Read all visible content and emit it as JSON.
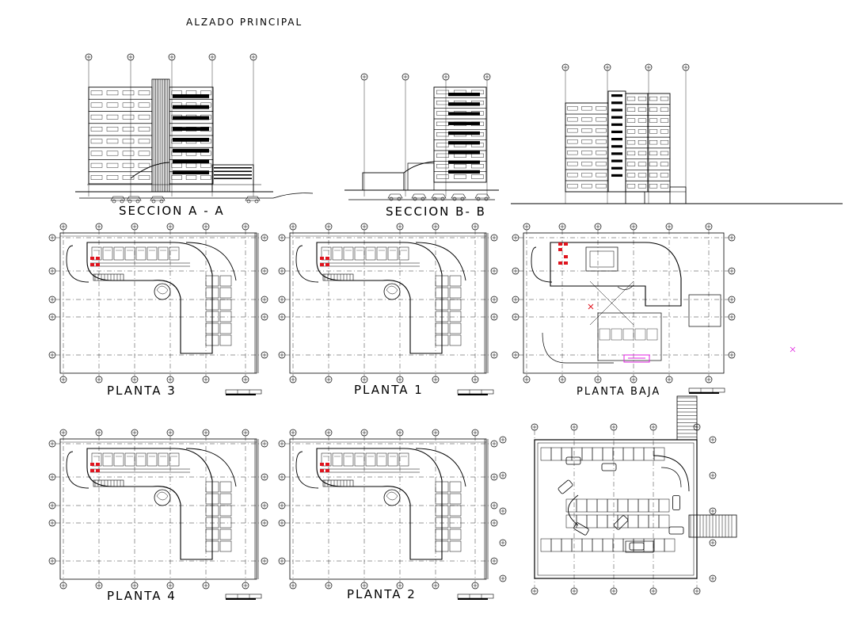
{
  "drawing": {
    "title": "ALZADO PRINCIPAL",
    "labels": {
      "seccion_aa": "SECCION A - A",
      "seccion_bb": "SECCION B- B",
      "planta_3": "PLANTA 3",
      "planta_1": "PLANTA 1",
      "planta_baja": "PLANTA BAJA",
      "planta_4": "PLANTA 4",
      "planta_2": "PLANTA 2"
    }
  },
  "colors": {
    "line": "#000000",
    "accent_red": "#e0141e",
    "accent_magenta": "#e020e0",
    "background": "#ffffff"
  }
}
